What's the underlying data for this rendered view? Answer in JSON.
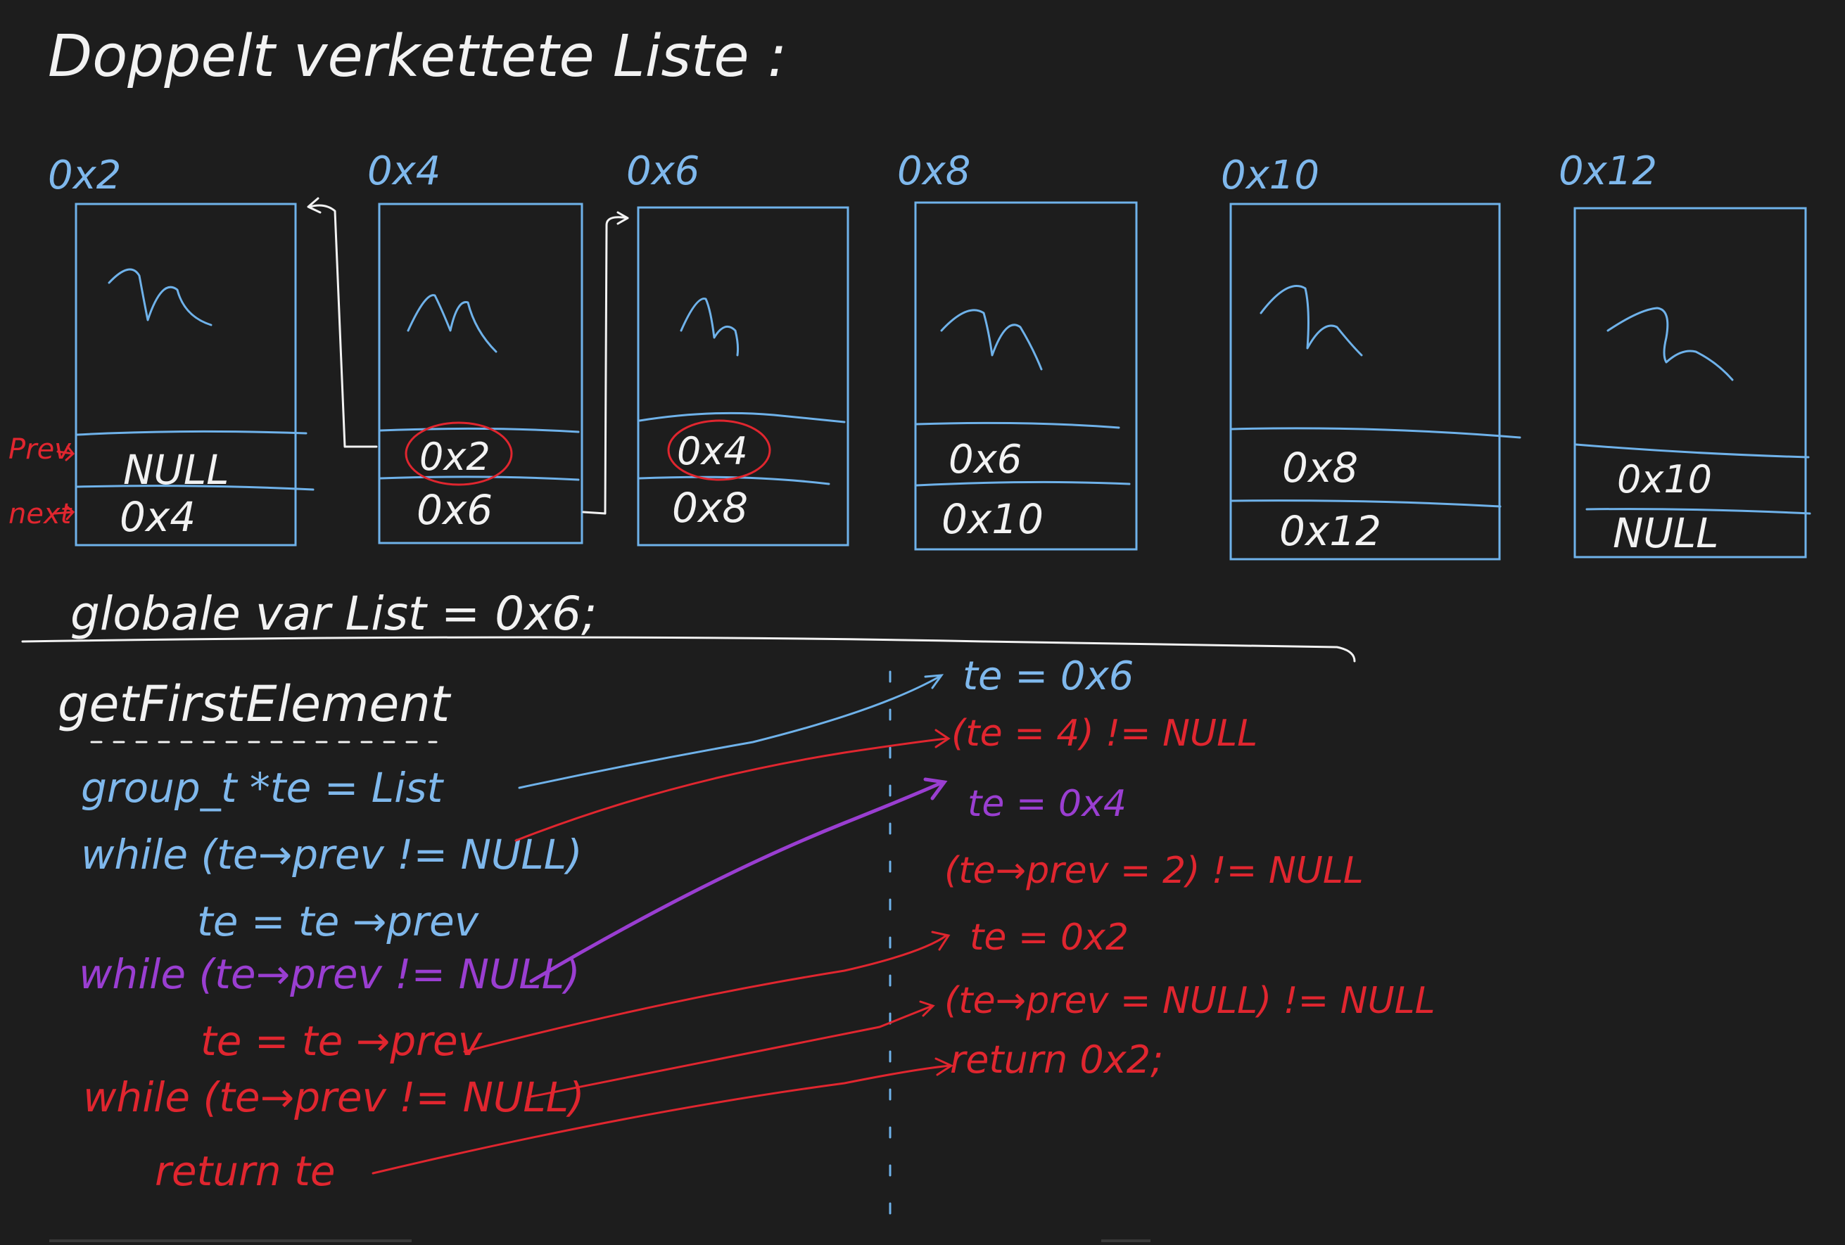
{
  "title": "Doppelt verkettete Liste :",
  "field_labels": {
    "prev": "Prev",
    "next": "next"
  },
  "nodes": [
    {
      "address": "0x2",
      "prev": "NULL",
      "next": "0x4"
    },
    {
      "address": "0x4",
      "prev": "0x2",
      "next": "0x6"
    },
    {
      "address": "0x6",
      "prev": "0x4",
      "next": "0x8"
    },
    {
      "address": "0x8",
      "prev": "0x6",
      "next": "0x10"
    },
    {
      "address": "0x10",
      "prev": "0x8",
      "next": "0x12"
    },
    {
      "address": "0x12",
      "prev": "0x10",
      "next": "NULL"
    }
  ],
  "global_var": "globale var List = 0x6;",
  "function_name": "getFirstElement",
  "code_lines": [
    "group_t *te = List",
    "while (te→prev != NULL)",
    "te = te →prev",
    "while (te→prev != NULL)",
    "te = te →prev",
    "while (te→prev != NULL)",
    "return te"
  ],
  "trace_lines": [
    "te = 0x6",
    "(te = 4) != NULL",
    "te = 0x4",
    "(te→prev = 2) != NULL",
    "te = 0x2",
    "(te→prev = NULL) != NULL",
    "return 0x2;"
  ],
  "colors": {
    "background": "#1d1d1d",
    "white": "#f2f2f2",
    "blue": "#6fb2ea",
    "red": "#e0262f",
    "purple": "#9a3ed1"
  }
}
